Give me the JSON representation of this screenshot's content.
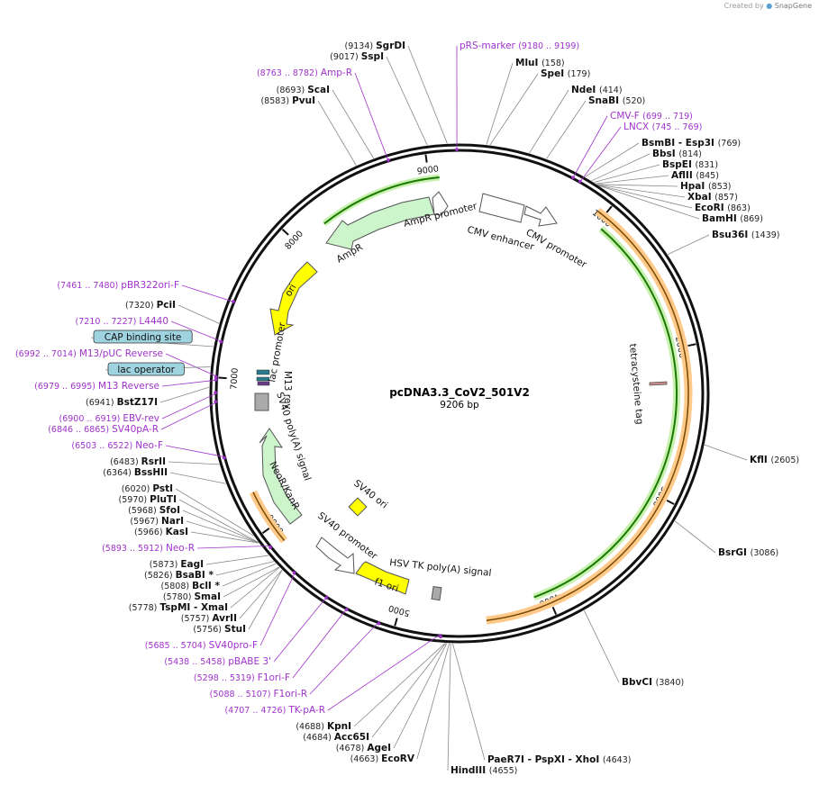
{
  "credit": {
    "prefix": "Created by",
    "brand": "SnapGene"
  },
  "plasmid": {
    "name": "pcDNA3.3_CoV2_501V2",
    "size_label": "9206 bp",
    "length": 9206
  },
  "colors": {
    "primer": "#a033cc",
    "promoter": "#ffffff",
    "ori": "#ffff00",
    "resistance": "#ccf5cc",
    "insert": "#ffb347",
    "orf_green": "#00a000",
    "box_fill": "#9fd3e0"
  },
  "backbone_ticks": [
    {
      "bp": 1000,
      "label": "1000"
    },
    {
      "bp": 2000,
      "label": "2000"
    },
    {
      "bp": 3000,
      "label": "3000"
    },
    {
      "bp": 4000,
      "label": "4000"
    },
    {
      "bp": 5000,
      "label": "5000"
    },
    {
      "bp": 6000,
      "label": "6000"
    },
    {
      "bp": 7000,
      "label": "7000"
    },
    {
      "bp": 8000,
      "label": "8000"
    },
    {
      "bp": 9000,
      "label": "9000"
    }
  ],
  "enzymes_right": [
    {
      "name": "MluI",
      "pos": "(158)",
      "bp": 158
    },
    {
      "name": "SpeI",
      "pos": "(179)",
      "bp": 179
    },
    {
      "name": "NdeI",
      "pos": "(414)",
      "bp": 414
    },
    {
      "name": "SnaBI",
      "pos": "(520)",
      "bp": 520
    },
    {
      "name": "BsmBI - Esp3I",
      "pos": "(769)",
      "bp": 769
    },
    {
      "name": "BbsI",
      "pos": "(814)",
      "bp": 814
    },
    {
      "name": "BspEI",
      "pos": "(831)",
      "bp": 831
    },
    {
      "name": "AflII",
      "pos": "(845)",
      "bp": 845
    },
    {
      "name": "HpaI",
      "pos": "(853)",
      "bp": 853
    },
    {
      "name": "XbaI",
      "pos": "(857)",
      "bp": 857
    },
    {
      "name": "EcoRI",
      "pos": "(863)",
      "bp": 863
    },
    {
      "name": "BamHI",
      "pos": "(869)",
      "bp": 869
    },
    {
      "name": "Bsu36I",
      "pos": "(1439)",
      "bp": 1439
    },
    {
      "name": "KflI",
      "pos": "(2605)",
      "bp": 2605
    },
    {
      "name": "BsrGI",
      "pos": "(3086)",
      "bp": 3086
    },
    {
      "name": "BbvCI",
      "pos": "(3840)",
      "bp": 3840
    }
  ],
  "enzymes_bottom": [
    {
      "name": "PaeR7I - PspXI - XhoI",
      "pos": "(4643)",
      "bp": 4643
    },
    {
      "name": "HindIII",
      "pos": "(4655)",
      "bp": 4655
    },
    {
      "name": "EcoRV",
      "pos": "(4663)",
      "bp": 4663
    },
    {
      "name": "AgeI",
      "pos": "(4678)",
      "bp": 4678
    },
    {
      "name": "Acc65I",
      "pos": "(4684)",
      "bp": 4684
    },
    {
      "name": "KpnI",
      "pos": "(4688)",
      "bp": 4688
    }
  ],
  "enzymes_left": [
    {
      "name": "StuI",
      "pos": "(5756)",
      "bp": 5756
    },
    {
      "name": "AvrII",
      "pos": "(5757)",
      "bp": 5757
    },
    {
      "name": "TspMI - XmaI",
      "pos": "(5778)",
      "bp": 5778
    },
    {
      "name": "SmaI",
      "pos": "(5780)",
      "bp": 5780
    },
    {
      "name": "BclI *",
      "pos": "(5808)",
      "bp": 5808
    },
    {
      "name": "BsaBI *",
      "pos": "(5826)",
      "bp": 5826
    },
    {
      "name": "EagI",
      "pos": "(5873)",
      "bp": 5873
    },
    {
      "name": "KasI",
      "pos": "(5966)",
      "bp": 5966
    },
    {
      "name": "NarI",
      "pos": "(5967)",
      "bp": 5967
    },
    {
      "name": "SfoI",
      "pos": "(5968)",
      "bp": 5968
    },
    {
      "name": "PluTI",
      "pos": "(5970)",
      "bp": 5970
    },
    {
      "name": "PstI",
      "pos": "(6020)",
      "bp": 6020
    },
    {
      "name": "BssHII",
      "pos": "(6364)",
      "bp": 6364
    },
    {
      "name": "RsrII",
      "pos": "(6483)",
      "bp": 6483
    },
    {
      "name": "BstZ17I",
      "pos": "(6941)",
      "bp": 6941
    },
    {
      "name": "PciI",
      "pos": "(7320)",
      "bp": 7320
    },
    {
      "name": "PvuI",
      "pos": "(8583)",
      "bp": 8583
    },
    {
      "name": "ScaI",
      "pos": "(8693)",
      "bp": 8693
    },
    {
      "name": "SspI",
      "pos": "(9017)",
      "bp": 9017
    },
    {
      "name": "SgrDI",
      "pos": "(9134)",
      "bp": 9134
    }
  ],
  "primers": [
    {
      "name": "pRS-marker",
      "range": "(9180 .. 9199)",
      "bp": 9190
    },
    {
      "name": "CMV-F",
      "range": "(699 .. 719)",
      "bp": 709
    },
    {
      "name": "LNCX",
      "range": "(745 .. 769)",
      "bp": 757
    },
    {
      "name": "TK-pA-R",
      "range": "(4707 .. 4726)",
      "bp": 4716
    },
    {
      "name": "F1ori-R",
      "range": "(5088 .. 5107)",
      "bp": 5097
    },
    {
      "name": "F1ori-F",
      "range": "(5298 .. 5319)",
      "bp": 5308
    },
    {
      "name": "pBABE 3'",
      "range": "(5438 .. 5458)",
      "bp": 5448
    },
    {
      "name": "SV40pro-F",
      "range": "(5685 .. 5704)",
      "bp": 5694
    },
    {
      "name": "Neo-R",
      "range": "(5893 .. 5912)",
      "bp": 5902
    },
    {
      "name": "Neo-F",
      "range": "(6503 .. 6522)",
      "bp": 6512
    },
    {
      "name": "SV40pA-R",
      "range": "(6846 .. 6865)",
      "bp": 6855
    },
    {
      "name": "EBV-rev",
      "range": "(6900 .. 6919)",
      "bp": 6909
    },
    {
      "name": "M13 Reverse",
      "range": "(6979 .. 6995)",
      "bp": 6987
    },
    {
      "name": "M13/pUC Reverse",
      "range": "(6992 .. 7014)",
      "bp": 7003
    },
    {
      "name": "L4440",
      "range": "(7210 .. 7227)",
      "bp": 7218
    },
    {
      "name": "pBR322ori-F",
      "range": "(7461 .. 7480)",
      "bp": 7470
    },
    {
      "name": "Amp-R",
      "range": "(8763 .. 8782)",
      "bp": 8772
    }
  ],
  "boxed_features": [
    {
      "name": "CAP binding site",
      "bp": 7180
    },
    {
      "name": "lac operator",
      "bp": 7060
    }
  ],
  "features": [
    {
      "name": "CMV enhancer",
      "start": 235,
      "end": 614,
      "kind": "promoter"
    },
    {
      "name": "CMV promoter",
      "start": 615,
      "end": 818,
      "kind": "promoter"
    },
    {
      "name": "tetracysteine tag",
      "start": 2100,
      "end": 2130,
      "kind": "tag"
    },
    {
      "name": "HSV TK poly(A) signal",
      "start": 4690,
      "end": 4740,
      "kind": "terminator"
    },
    {
      "name": "f1 ori",
      "start": 4800,
      "end": 5230,
      "kind": "ori"
    },
    {
      "name": "SV40 promoter",
      "start": 5260,
      "end": 5590,
      "kind": "promoter"
    },
    {
      "name": "SV40 ori",
      "start": 5440,
      "end": 5575,
      "kind": "ori"
    },
    {
      "name": "NeoR/KanR",
      "start": 5640,
      "end": 6430,
      "kind": "resistance"
    },
    {
      "name": "SV40 poly(A) signal",
      "start": 6600,
      "end": 6720,
      "kind": "terminator"
    },
    {
      "name": "M13 rev",
      "start": 6979,
      "end": 6995,
      "kind": "primer_site"
    },
    {
      "name": "lac promoter",
      "start": 7080,
      "end": 7110,
      "kind": "promoter"
    },
    {
      "name": "ori",
      "start": 7460,
      "end": 8050,
      "kind": "ori"
    },
    {
      "name": "AmpR",
      "start": 8220,
      "end": 9080,
      "kind": "resistance"
    },
    {
      "name": "AmpR promoter",
      "start": 9080,
      "end": 9180,
      "kind": "promoter"
    }
  ]
}
